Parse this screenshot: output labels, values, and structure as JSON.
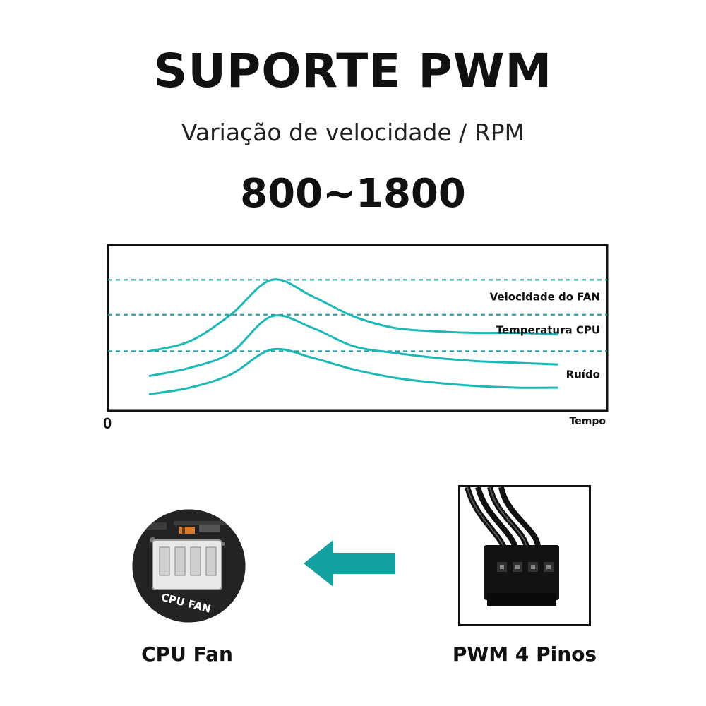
{
  "header": {
    "title": "SUPORTE PWM",
    "subtitle": "Variação de velocidade / RPM",
    "range": "800~1800"
  },
  "chart_data": {
    "type": "line",
    "title": "",
    "xlabel": "Tempo",
    "x_origin_label": "0",
    "ylabel": "",
    "x": [
      0,
      1,
      2,
      3,
      4,
      5,
      6,
      7,
      8,
      9,
      10
    ],
    "xlim": [
      -1,
      11.2
    ],
    "ylim": [
      0,
      10
    ],
    "grid_levels": [
      7.9,
      5.8,
      3.6
    ],
    "series": [
      {
        "name": "Velocidade do FAN",
        "values": [
          3.6,
          4.2,
          5.8,
          7.9,
          6.9,
          5.7,
          5.0,
          4.8,
          4.7,
          4.7,
          4.6
        ]
      },
      {
        "name": "Temperatura CPU",
        "values": [
          2.1,
          2.6,
          3.5,
          5.7,
          5.0,
          3.9,
          3.5,
          3.2,
          3.0,
          2.9,
          2.8
        ]
      },
      {
        "name": "Ruído",
        "values": [
          1.0,
          1.4,
          2.2,
          3.7,
          3.2,
          2.5,
          2.0,
          1.7,
          1.5,
          1.4,
          1.4
        ]
      }
    ],
    "grid": true,
    "colors": {
      "line": "#1bb8b8",
      "grid": "#1a9aa0",
      "frame": "#111111"
    }
  },
  "connection": {
    "left_caption": "CPU Fan",
    "left_label_on_image": "CPU FAN",
    "right_caption": "PWM 4 Pinos",
    "arrow_color": "#13a0a0",
    "arrow_icon": "arrow-left-icon"
  }
}
